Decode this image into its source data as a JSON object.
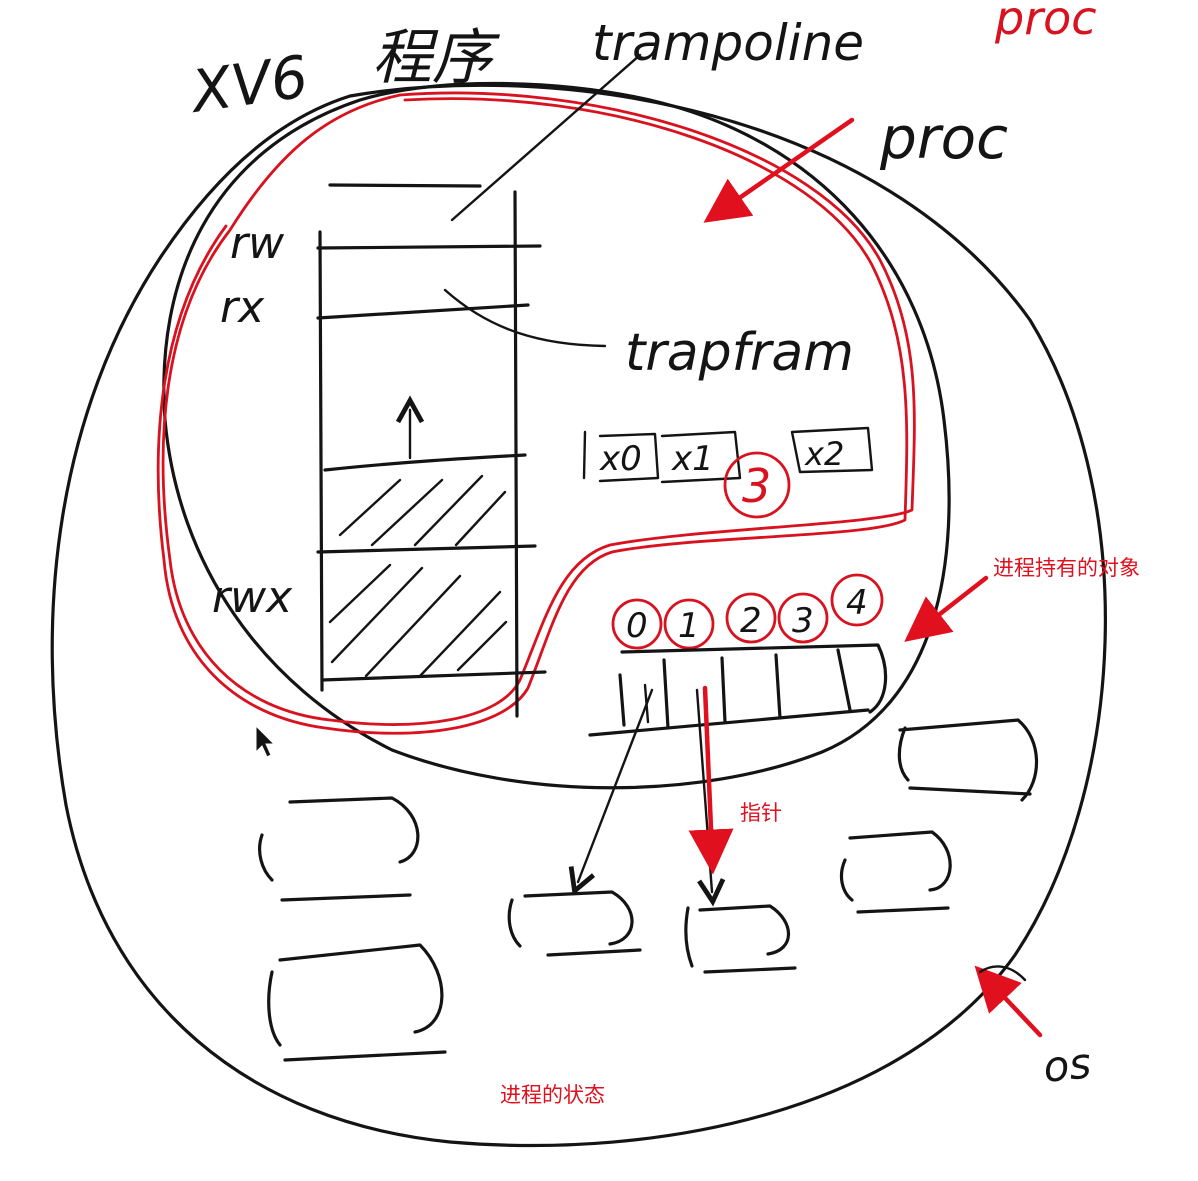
{
  "title": {
    "xv6": "XV6",
    "program": "程序"
  },
  "labels": {
    "trampoline": "trampoline",
    "proc": "proc",
    "proc_red": "proc",
    "rw": "rw",
    "rx": "rx",
    "rwx": "rwx",
    "trapframe": "trapfram",
    "registers": [
      "x0",
      "x1",
      "x2"
    ],
    "circled_three": "3",
    "fd_numbers": [
      "0",
      "1",
      "2",
      "3",
      "4"
    ],
    "os": "os"
  },
  "annotations": {
    "objects": "进程持有的对象",
    "pointer": "指针",
    "state": "进程的状态"
  },
  "colors": {
    "ink": "#141414",
    "red": "#e0101e",
    "background": "#ffffff"
  }
}
